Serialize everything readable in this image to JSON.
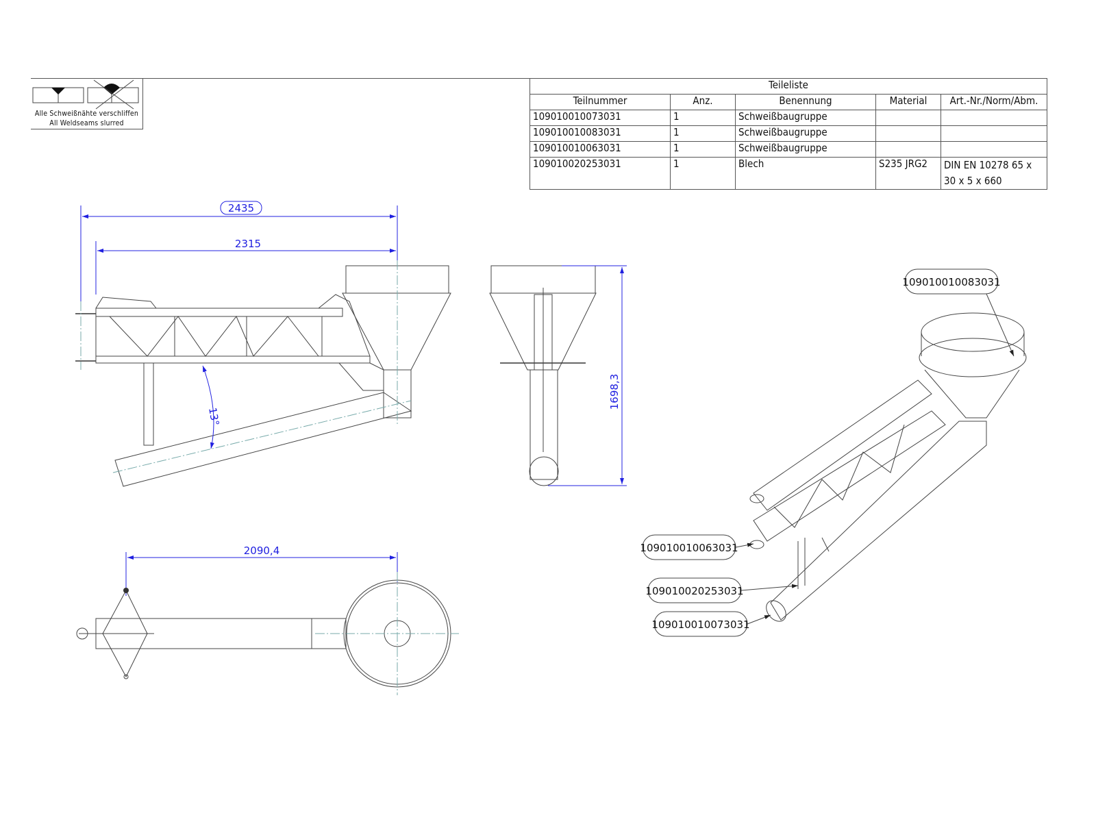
{
  "weld_note": {
    "line_de": "Alle Schweißnähte verschliffen",
    "line_en": "All Weldseams slurred"
  },
  "parts_list": {
    "title": "Teileliste",
    "columns": [
      "Teilnummer",
      "Anz.",
      "Benennung",
      "Material",
      "Art.-Nr./Norm/Abm."
    ],
    "rows": [
      [
        "109010010073031",
        "1",
        "Schweißbaugruppe",
        "",
        ""
      ],
      [
        "109010010083031",
        "1",
        "Schweißbaugruppe",
        "",
        ""
      ],
      [
        "109010010063031",
        "1",
        "Schweißbaugruppe",
        "",
        ""
      ],
      [
        "109010020253031",
        "1",
        "Blech",
        "S235 JRG2",
        "DIN EN 10278 65 x 30 x 5 x 660"
      ]
    ]
  },
  "dimensions": {
    "overall_length": "2435",
    "frame_length": "2315",
    "angle": "13°",
    "height": "1698,3",
    "top_length": "2090,4"
  },
  "callouts": {
    "hopper": "109010010083031",
    "frame_end": "109010010063031",
    "plate": "109010020253031",
    "tube": "109010010073031"
  },
  "colors": {
    "dimension": "#2020e0",
    "line": "#444444",
    "centerline": "#77aaaa"
  }
}
